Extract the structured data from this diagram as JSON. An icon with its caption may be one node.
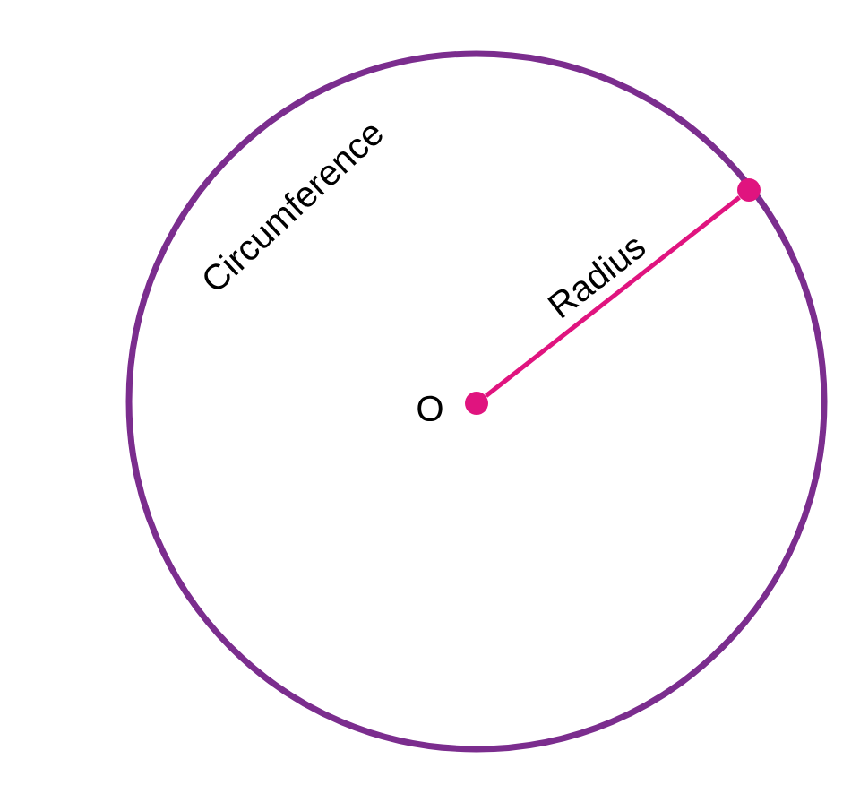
{
  "diagram": {
    "nodes": [
      {
        "text": [
          "Circumference"
        ]
      },
      {
        "text": [],
        "shape": "circle",
        "in": 0,
        "beside": [
          "O"
        ]
      },
      {
        "text": [],
        "shape": "circle",
        "in": 0
      }
    ],
    "edges": [
      {
        "from": 1,
        "to": 2,
        "arrow": "none",
        "label": "Radius"
      }
    ]
  }
}
